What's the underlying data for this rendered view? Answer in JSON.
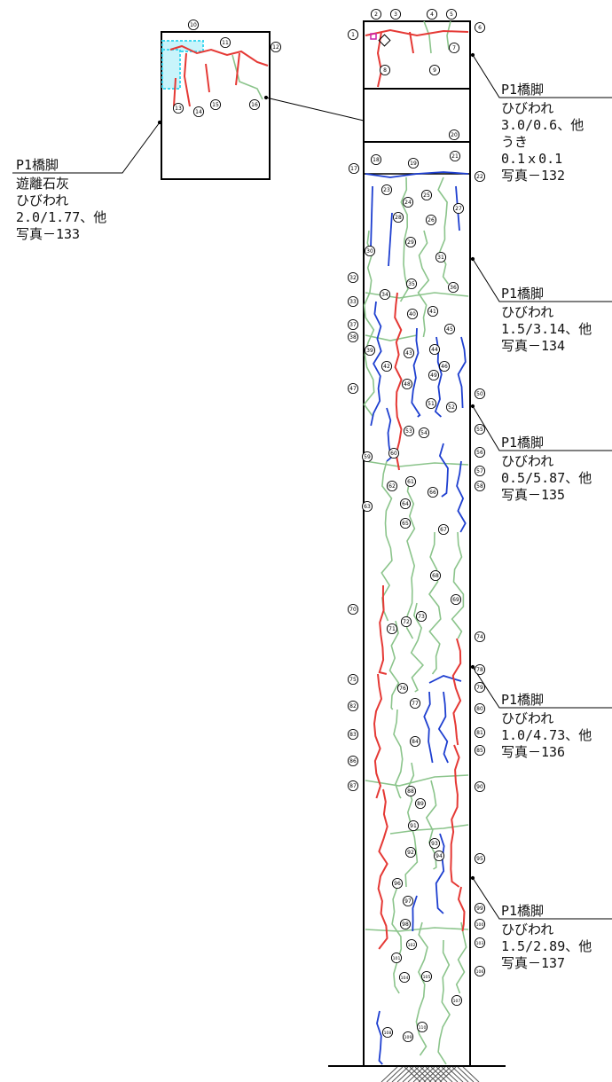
{
  "labels": [
    {
      "title": "P1橋脚",
      "lines": [
        "ひびわれ",
        "3.0/0.6、他",
        "うき",
        "0.1ｘ0.1",
        "写真－132"
      ]
    },
    {
      "title": "P1橋脚",
      "lines": [
        "遊離石灰",
        "ひびわれ",
        "2.0/1.77、他",
        "写真－133"
      ]
    },
    {
      "title": "P1橋脚",
      "lines": [
        "ひびわれ",
        "1.5/3.14、他",
        "写真－134"
      ]
    },
    {
      "title": "P1橋脚",
      "lines": [
        "ひびわれ",
        "0.5/5.87、他",
        "写真－135"
      ]
    },
    {
      "title": "P1橋脚",
      "lines": [
        "ひびわれ",
        "1.0/4.73、他",
        "写真－136"
      ]
    },
    {
      "title": "P1橋脚",
      "lines": [
        "ひびわれ",
        "1.5/2.89、他",
        "写真－137"
      ]
    }
  ],
  "crack_numbers": [
    "1",
    "2",
    "3",
    "4",
    "5",
    "6",
    "7",
    "8",
    "9",
    "10",
    "11",
    "12",
    "13",
    "14",
    "15",
    "16",
    "17",
    "18",
    "19",
    "20",
    "21",
    "22",
    "23",
    "24",
    "25",
    "26",
    "27",
    "28",
    "29",
    "30",
    "31",
    "32",
    "33",
    "34",
    "35",
    "36",
    "37",
    "38",
    "39",
    "40",
    "41",
    "42",
    "43",
    "44",
    "45",
    "46",
    "47",
    "48",
    "49",
    "50",
    "51",
    "52",
    "53",
    "54",
    "55",
    "56",
    "57",
    "58",
    "59",
    "60",
    "61",
    "62",
    "63",
    "64",
    "65",
    "66",
    "67",
    "68",
    "69",
    "70",
    "71",
    "72",
    "73",
    "74",
    "75",
    "76",
    "77",
    "78",
    "79",
    "80",
    "81",
    "82",
    "83",
    "84",
    "85",
    "86",
    "87",
    "88",
    "89",
    "90",
    "91",
    "92",
    "93",
    "94",
    "95",
    "96",
    "97",
    "98",
    "99",
    "100",
    "101",
    "102",
    "103",
    "104",
    "105",
    "106",
    "107",
    "108",
    "109",
    "110",
    "111"
  ],
  "legend_colors": {
    "wide_crack": "#e53935",
    "medium_crack": "#1e3fd0",
    "fine_crack": "#8bc48b",
    "efflorescence": "#40d8f0",
    "delamination": "#cc22aa"
  }
}
